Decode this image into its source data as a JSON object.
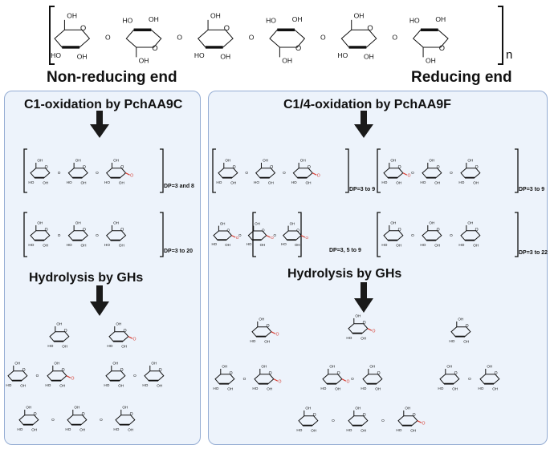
{
  "top": {
    "left_end": "Non-reducing end",
    "right_end": "Reducing end",
    "repeat_n": "n"
  },
  "left_panel": {
    "title": "C1-oxidation by PchAA9C",
    "dp_a": "DP=3 and 8",
    "dp_b": "DP=3 to 20",
    "hydrolysis": "Hydrolysis by GHs"
  },
  "right_panel": {
    "title": "C1/4-oxidation by PchAA9F",
    "dp_a": "DP=3 to 9",
    "dp_b": "DP=3 to 9",
    "dp_c": "DP=3, 5 to 9",
    "dp_d": "DP=3 to 22",
    "hydrolysis": "Hydrolysis by GHs"
  },
  "colors": {
    "panel_bg": "#edf3fb",
    "panel_border": "#94acd3",
    "oxidation_mark": "#d63a2f",
    "arrow": "#1a1a1a"
  }
}
